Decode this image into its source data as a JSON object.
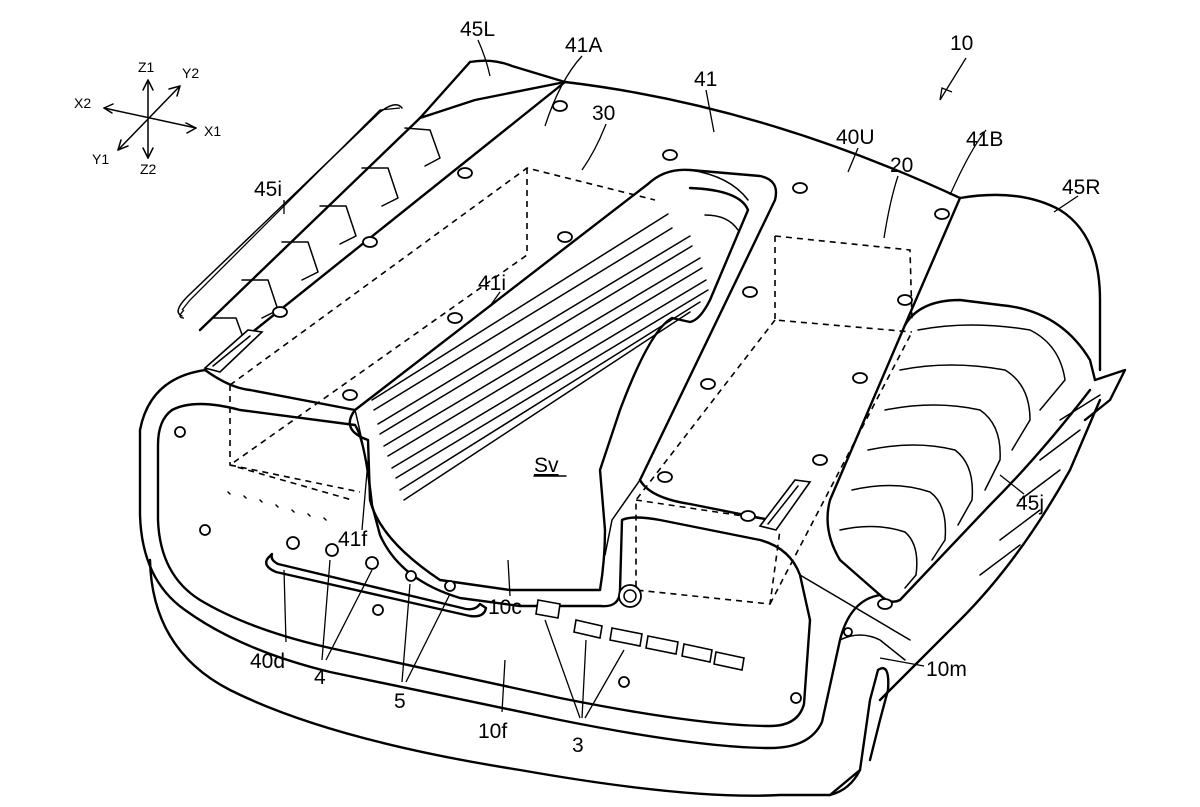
{
  "labels": {
    "l10": "10",
    "l45L": "45L",
    "l41A": "41A",
    "l41": "41",
    "l30": "30",
    "l40U": "40U",
    "l41B": "41B",
    "l20": "20",
    "l45R": "45R",
    "l45i": "45i",
    "l41i": "41i",
    "lSv": "Sv",
    "l41f": "41f",
    "l10c": "10c",
    "l45j": "45j",
    "l40d": "40d",
    "l4": "4",
    "l5": "5",
    "l10f": "10f",
    "l3": "3",
    "l10m": "10m"
  },
  "axes": {
    "z1": "Z1",
    "y2": "Y2",
    "x2": "X2",
    "x1": "X1",
    "y1": "Y1",
    "z2": "Z2"
  }
}
